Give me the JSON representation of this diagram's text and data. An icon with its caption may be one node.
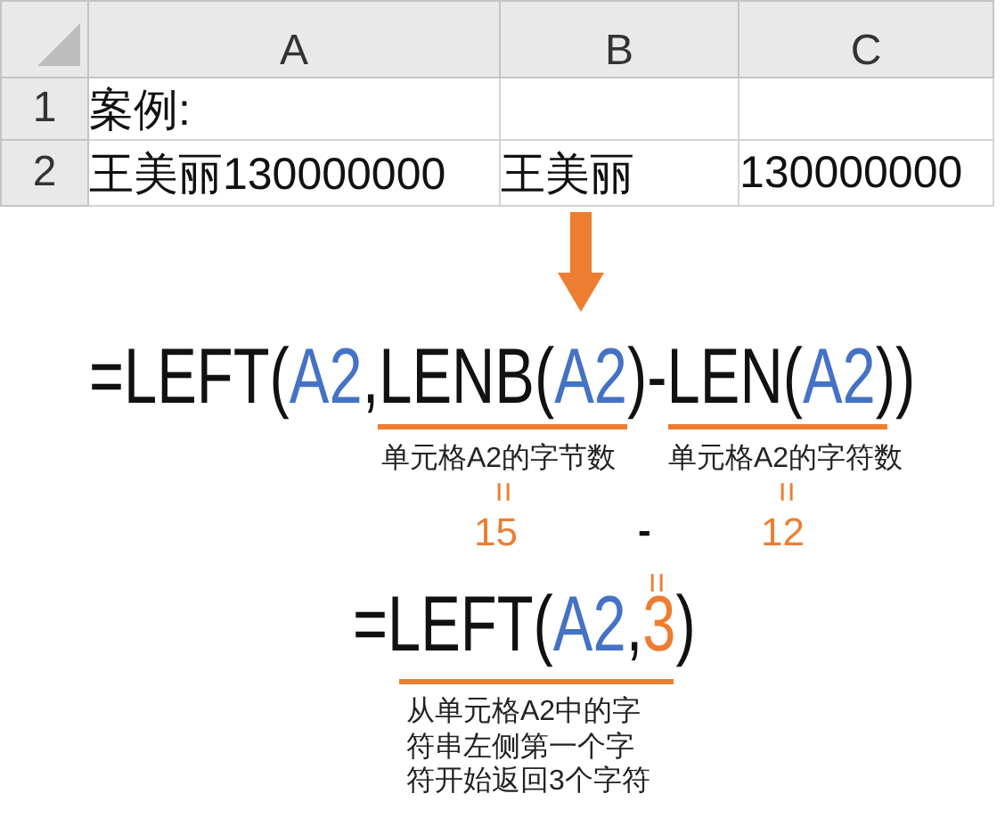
{
  "diagram": {
    "labels": [
      "A",
      "B",
      "C",
      "1",
      "案例:",
      "2",
      "王美丽130000000",
      "王美丽",
      "130000000",
      "=LEFT(A2,LENB(A2)-LEN(A2))",
      "单元格A2的字节数",
      "单元格A2的字符数",
      "=",
      "=",
      "15",
      "-",
      "12",
      "=",
      "=LEFT(A2,3)",
      "从单元格A2中的字符串左侧第一个字符开始返回3个字符"
    ]
  }
}
